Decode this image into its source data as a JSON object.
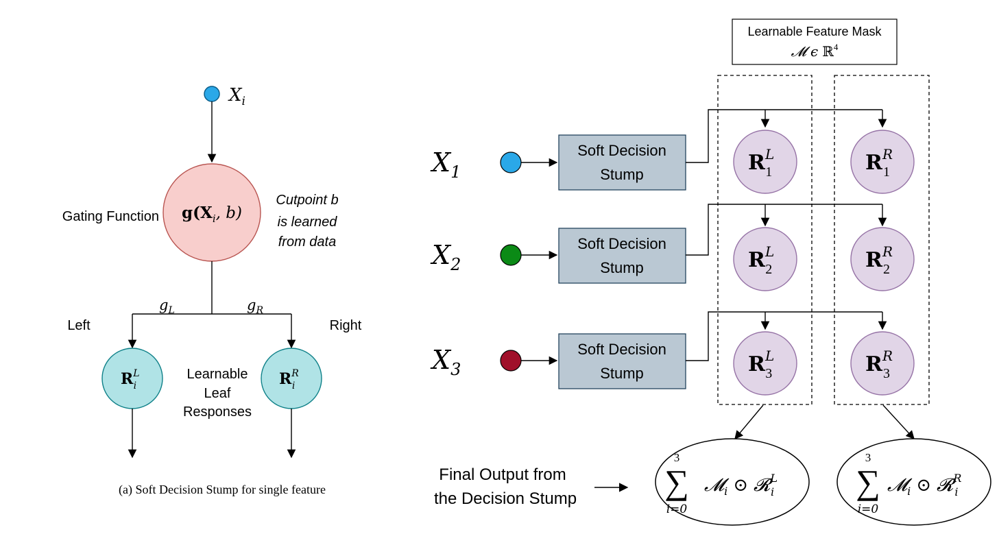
{
  "left_panel": {
    "input_label": {
      "base": "X",
      "sub": "i"
    },
    "gating_label": "Gating Function",
    "gating_node": "g(X",
    "gating_node_sub": "i",
    "gating_node_tail": ", b)",
    "cutpoint_lines": [
      "Cutpoint b",
      "is learned",
      "from data"
    ],
    "gate_left": {
      "base": "g",
      "sub": "L"
    },
    "gate_right": {
      "base": "g",
      "sub": "R"
    },
    "left_label": "Left",
    "right_label": "Right",
    "leaf_left": {
      "base": "R",
      "sub": "i",
      "sup": "L"
    },
    "leaf_right": {
      "base": "R",
      "sub": "i",
      "sup": "R"
    },
    "leaf_caption": [
      "Learnable",
      "Leaf",
      "Responses"
    ],
    "caption": "(a) Soft Decision Stump for single feature"
  },
  "right_panel": {
    "mask_box": {
      "line1": "Learnable Feature Mask",
      "line2_a": "𝓜",
      "line2_b": "ϵ",
      "line2_c": "ℝ",
      "line2_sup": "4"
    },
    "rows": [
      {
        "x_base": "X",
        "x_sub": "1",
        "stump": [
          "Soft Decision",
          "Stump"
        ],
        "color": "#2AA8E8",
        "leaf_left": {
          "base": "R",
          "sub": "1",
          "sup": "L"
        },
        "leaf_right": {
          "base": "R",
          "sub": "1",
          "sup": "R"
        }
      },
      {
        "x_base": "X",
        "x_sub": "2",
        "stump": [
          "Soft Decision",
          "Stump"
        ],
        "color": "#0B8A16",
        "leaf_left": {
          "base": "R",
          "sub": "2",
          "sup": "L"
        },
        "leaf_right": {
          "base": "R",
          "sub": "2",
          "sup": "R"
        }
      },
      {
        "x_base": "X",
        "x_sub": "3",
        "stump": [
          "Soft Decision",
          "Stump"
        ],
        "color": "#A0102A",
        "leaf_left": {
          "base": "R",
          "sub": "3",
          "sup": "L"
        },
        "leaf_right": {
          "base": "R",
          "sub": "3",
          "sup": "R"
        }
      }
    ],
    "final_output": [
      "Final Output from",
      "the Decision Stump"
    ],
    "sum_left": {
      "top": "3",
      "sigma": "∑",
      "bottom": "i=0",
      "m": "𝓜",
      "m_sub": "i",
      "odot": "⊙",
      "r": "𝓡",
      "r_sub": "i",
      "r_sup": "L"
    },
    "sum_right": {
      "top": "3",
      "sigma": "∑",
      "bottom": "i=0",
      "m": "𝓜",
      "m_sub": "i",
      "odot": "⊙",
      "r": "𝓡",
      "r_sub": "i",
      "r_sup": "R"
    }
  },
  "colors": {
    "input_left": "#2AA8E8",
    "gating_fill": "#F8CECC",
    "gating_stroke": "#B85450",
    "leaf_teal_fill": "#B0E3E6",
    "leaf_teal_stroke": "#0E8088",
    "stump_fill": "#BAC8D3",
    "stump_stroke": "#23445D",
    "leaf_purple_fill": "#E1D5E7",
    "leaf_purple_stroke": "#9673A6"
  }
}
